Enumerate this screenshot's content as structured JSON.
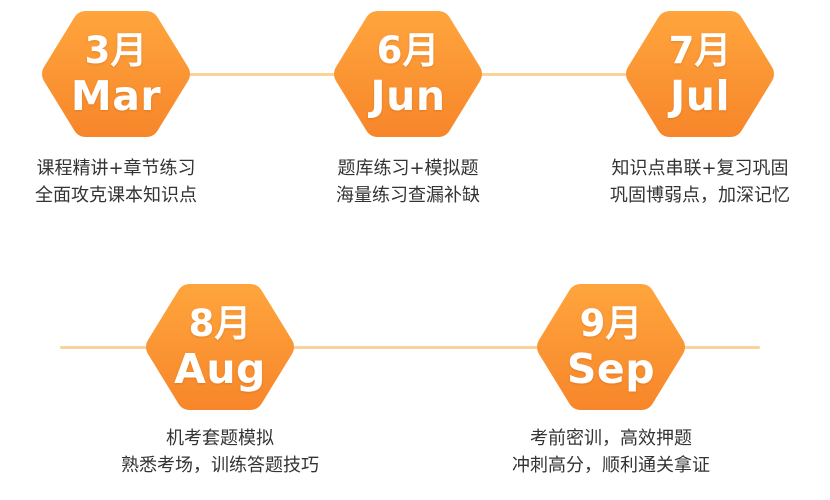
{
  "colors": {
    "hex_fill_top": "#FFA53D",
    "hex_fill_bottom": "#F7862A",
    "connector": "#FBD19C",
    "text": "#333333"
  },
  "steps": [
    {
      "month_cn": "3月",
      "month_en": "Mar",
      "line1": "课程精讲+章节练习",
      "line2": "全面攻克课本知识点"
    },
    {
      "month_cn": "6月",
      "month_en": "Jun",
      "line1": "题库练习+模拟题",
      "line2": "海量练习查漏补缺"
    },
    {
      "month_cn": "7月",
      "month_en": "Jul",
      "line1": "知识点串联+复习巩固",
      "line2": "巩固博弱点，加深记忆"
    },
    {
      "month_cn": "8月",
      "month_en": "Aug",
      "line1": "机考套题模拟",
      "line2": "熟悉考场，训练答题技巧"
    },
    {
      "month_cn": "9月",
      "month_en": "Sep",
      "line1": "考前密训，高效押题",
      "line2": "冲刺高分，顺利通关拿证"
    }
  ]
}
